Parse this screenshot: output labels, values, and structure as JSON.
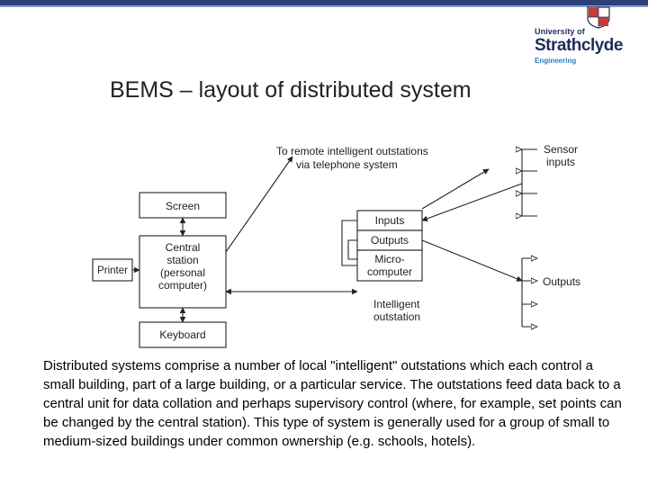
{
  "header": {
    "logo": {
      "line1": "University of",
      "line2": "Strathclyde",
      "line3": "Engineering"
    }
  },
  "title": "BEMS – layout of distributed system",
  "diagram": {
    "remote_label_1": "To remote intelligent outstations",
    "remote_label_2": "via telephone system",
    "screen": "Screen",
    "central_1": "Central",
    "central_2": "station",
    "central_3": "(personal",
    "central_4": "computer)",
    "keyboard": "Keyboard",
    "printer": "Printer",
    "inputs": "Inputs",
    "outputs_box": "Outputs",
    "micro_1": "Micro-",
    "micro_2": "computer",
    "intelligent_1": "Intelligent",
    "intelligent_2": "outstation",
    "sensor_1": "Sensor",
    "sensor_2": "inputs",
    "outputs_right": "Outputs"
  },
  "body_text": "Distributed systems comprise a number of local \"intelligent\" outstations which each control a small building, part of a large building, or a particular service. The outstations feed data back to a central unit for data collation and perhaps supervisory control (where, for example, set points can be changed by the central station). This type of system is generally used for a group of small to medium-sized buildings under common ownership (e.g. schools, hotels)."
}
